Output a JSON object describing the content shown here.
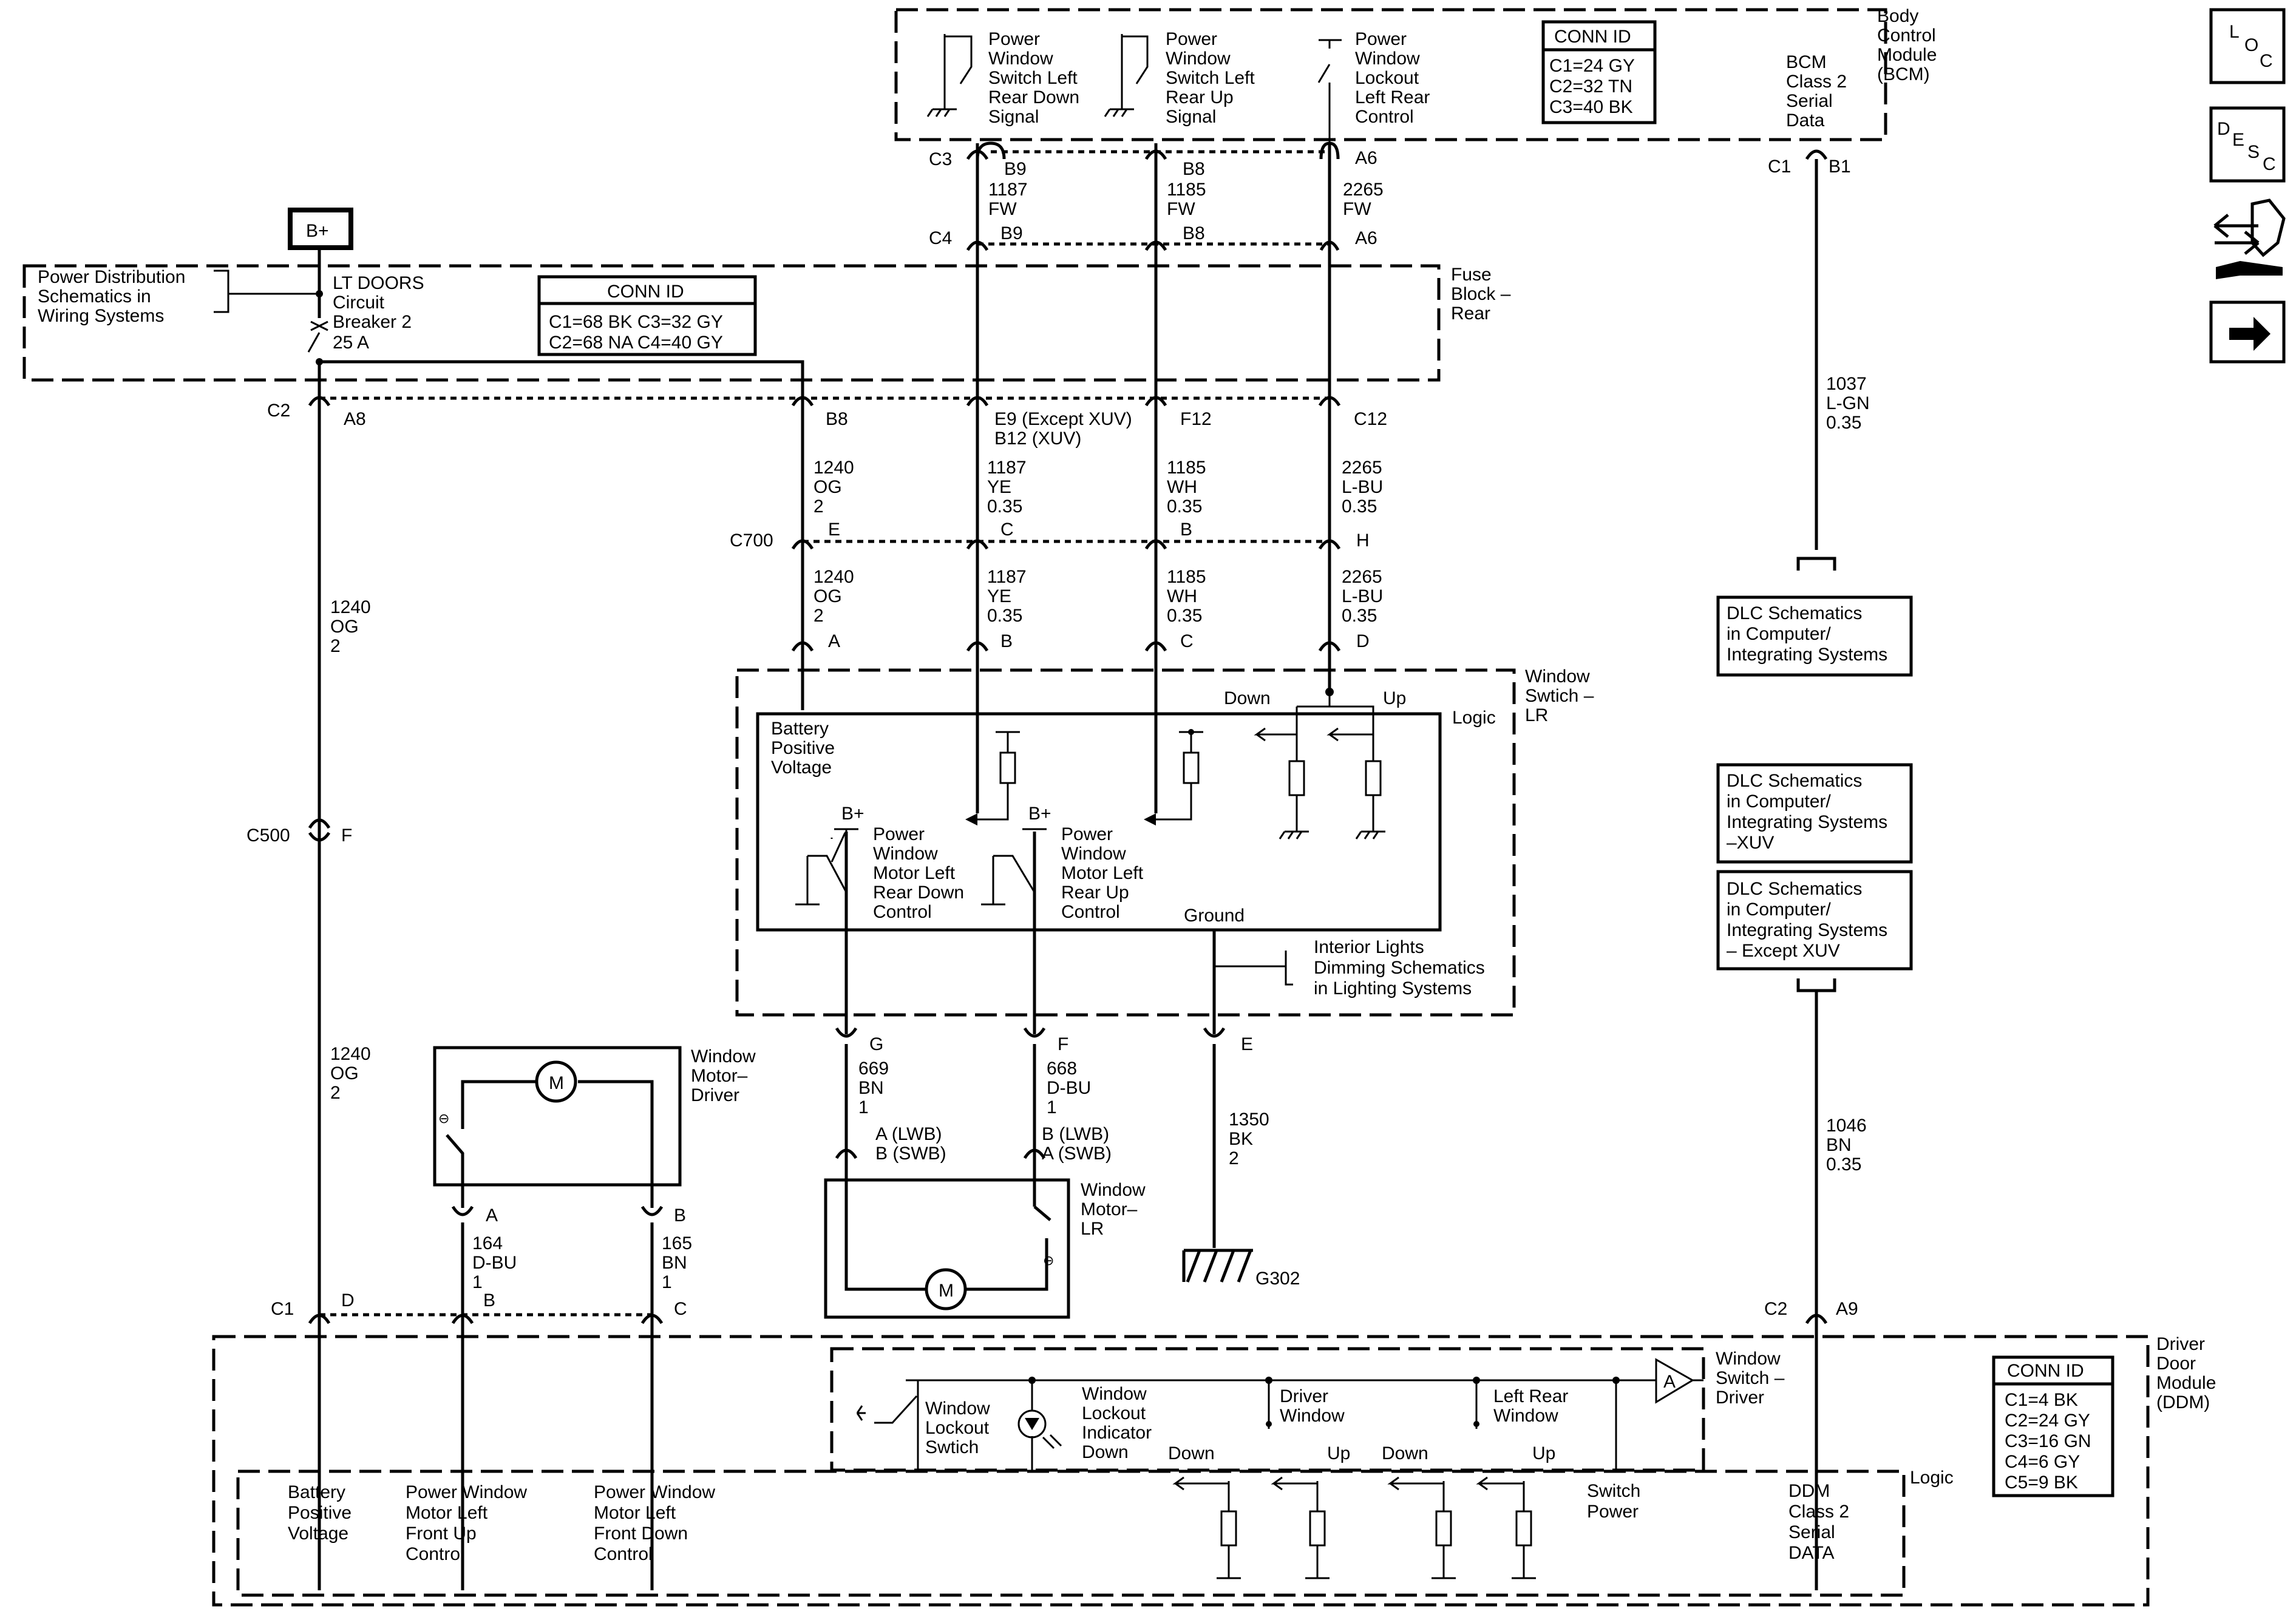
{
  "nav": {
    "loc": [
      "L",
      "O",
      "C"
    ],
    "desc": [
      "D",
      "E",
      "S",
      "C"
    ]
  },
  "bcm": {
    "name": [
      "Body",
      "Control",
      "Module",
      "(BCM)"
    ],
    "conn_title": "CONN ID",
    "conn": [
      "C1=24 GY",
      "C2=32 TN",
      "C3=40 BK"
    ],
    "sw_rear_down": [
      "Power",
      "Window",
      "Switch Left",
      "Rear Down",
      "Signal"
    ],
    "sw_rear_up": [
      "Power",
      "Window",
      "Switch Left",
      "Rear Up",
      "Signal"
    ],
    "lockout": [
      "Power",
      "Window",
      "Lockout",
      "Left Rear",
      "Control"
    ],
    "class2": [
      "BCM",
      "Class 2",
      "Serial",
      "Data"
    ],
    "c3": "C3",
    "c4": "C4",
    "c1": "C1",
    "pins_top": [
      "B9",
      "B8",
      "A6",
      "B1"
    ],
    "pins_bottom": [
      "B9",
      "B8",
      "A6"
    ],
    "w1187": [
      "1187",
      "FW"
    ],
    "w1185": [
      "1185",
      "FW"
    ],
    "w2265": [
      "2265",
      "FW"
    ]
  },
  "fuse": {
    "bplus": "B+",
    "name": [
      "Fuse",
      "Block –",
      "Rear"
    ],
    "pd_ref": [
      "Power Distribution",
      "Schematics in",
      "Wiring Systems"
    ],
    "breaker": [
      "LT DOORS",
      "Circuit",
      "Breaker 2",
      "25 A"
    ],
    "conn_title": "CONN ID",
    "conn": [
      "C1=68 BK  C3=32 GY",
      "C2=68 NA  C4=40 GY"
    ],
    "c2": "C2",
    "pins": [
      "A8",
      "B8",
      "E9 (Except XUV)",
      "B12 (XUV)",
      "F12",
      "C12"
    ]
  },
  "wires_mid": {
    "w1240": [
      "1240",
      "OG",
      "2"
    ],
    "w1187": [
      "1187",
      "YE",
      "0.35"
    ],
    "w1185": [
      "1185",
      "WH",
      "0.35"
    ],
    "w2265": [
      "2265",
      "L-BU",
      "0.35"
    ],
    "c700": "C700",
    "c700_pins": [
      "E",
      "C",
      "B",
      "H"
    ],
    "lr_pins": [
      "A",
      "B",
      "C",
      "D"
    ],
    "left_1240": [
      "1240",
      "OG",
      "2"
    ],
    "c500": "C500",
    "c500_pin": "F",
    "left_1240b": [
      "1240",
      "OG",
      "2"
    ],
    "w1037": [
      "1037",
      "L-GN",
      "0.35"
    ],
    "w1046": [
      "1046",
      "BN",
      "0.35"
    ]
  },
  "dlc": {
    "top": [
      "DLC Schematics",
      "in Computer/",
      "Integrating Systems"
    ],
    "xuv": [
      "DLC Schematics",
      "in Computer/",
      "Integrating Systems",
      "–XUV"
    ],
    "except": [
      "DLC Schematics",
      "in Computer/",
      "Integrating Systems",
      "– Except XUV"
    ]
  },
  "lr_switch": {
    "name": [
      "Window",
      "Swtich –",
      "LR"
    ],
    "logic": "Logic",
    "down": "Down",
    "up": "Up",
    "batt": [
      "Battery",
      "Positive",
      "Voltage"
    ],
    "bplus": "B+",
    "motor_down": [
      "Power",
      "Window",
      "Motor Left",
      "Rear Down",
      "Control"
    ],
    "motor_up": [
      "Power",
      "Window",
      "Motor Left",
      "Rear Up",
      "Control"
    ],
    "ground": "Ground",
    "interior_ref": [
      "Interior Lights",
      "Dimming Schematics",
      "in Lighting Systems"
    ],
    "out_pins": [
      "G",
      "F",
      "E"
    ],
    "w669": [
      "669",
      "BN",
      "1"
    ],
    "w668": [
      "668",
      "D-BU",
      "1"
    ],
    "w1350": [
      "1350",
      "BK",
      "2"
    ],
    "g302": "G302"
  },
  "lr_motor": {
    "name": [
      "Window",
      "Motor–",
      "LR"
    ],
    "pin_a": [
      "A (LWB)",
      "B (SWB)"
    ],
    "pin_b": [
      "B (LWB)",
      "A (SWB)"
    ],
    "m": "M"
  },
  "driver_motor": {
    "name": [
      "Window",
      "Motor–",
      "Driver"
    ],
    "m": "M",
    "pins": [
      "A",
      "B"
    ],
    "w164": [
      "164",
      "D-BU",
      "1"
    ],
    "w165": [
      "165",
      "BN",
      "1"
    ]
  },
  "ddm": {
    "name": [
      "Driver",
      "Door",
      "Module",
      "(DDM)"
    ],
    "conn_title": "CONN ID",
    "conn": [
      "C1=4 BK",
      "C2=24 GY",
      "C3=16 GN",
      "C4=6 GY",
      "C5=9 BK"
    ],
    "c1": "C1",
    "c1_pins": [
      "D",
      "B",
      "C"
    ],
    "c2": "C2",
    "c2_pin": "A9",
    "logic": "Logic",
    "lockout_sw": [
      "Window",
      "Lockout",
      "Swtich"
    ],
    "lockout_ind": [
      "Window",
      "Lockout",
      "Indicator",
      "Down"
    ],
    "driver_window": [
      "Driver",
      "Window"
    ],
    "left_rear_window": [
      "Left Rear",
      "Window"
    ],
    "down": "Down",
    "up": "Up",
    "amp": "A",
    "switch_name": [
      "Window",
      "Switch –",
      "Driver"
    ],
    "batt": [
      "Battery",
      "Positive",
      "Voltage"
    ],
    "front_up": [
      "Power Window",
      "Motor Left",
      "Front Up",
      "Control"
    ],
    "front_down": [
      "Power Window",
      "Motor Left",
      "Front Down",
      "Control"
    ],
    "switch_power": [
      "Switch",
      "Power"
    ],
    "serial": [
      "DDM",
      "Class 2",
      "Serial",
      "DATA"
    ]
  }
}
